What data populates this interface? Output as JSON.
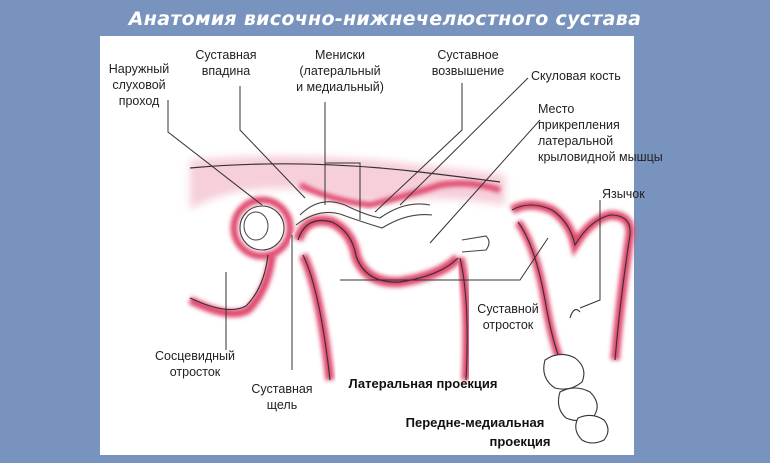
{
  "title": "Анатомия височно-нижнечелюстного сустава",
  "labels": {
    "ear_canal": [
      "Наружный",
      "слуховой",
      "проход"
    ],
    "fossa": [
      "Суставная",
      "впадина"
    ],
    "menisci": [
      "Мениски",
      "(латеральный",
      "и медиальный)"
    ],
    "eminence": [
      "Суставное",
      "возвышение"
    ],
    "zygomatic": [
      "Скуловая кость"
    ],
    "attachment": [
      "Место",
      "прикрепления",
      "латеральной",
      "крыловидной мышцы"
    ],
    "lingula": [
      "Язычок"
    ],
    "condyle": [
      "Суставной",
      "отросток"
    ],
    "mastoid": [
      "Сосцевидный",
      "отросток"
    ],
    "joint_space": [
      "Суставная",
      "щель"
    ]
  },
  "views": {
    "lateral": "Латеральная проекция",
    "anteromedial": [
      "Передне-медиальная",
      "проекция"
    ]
  },
  "colors": {
    "background": "#7893bd",
    "tissue": "#e0486e",
    "line": "#333333"
  }
}
